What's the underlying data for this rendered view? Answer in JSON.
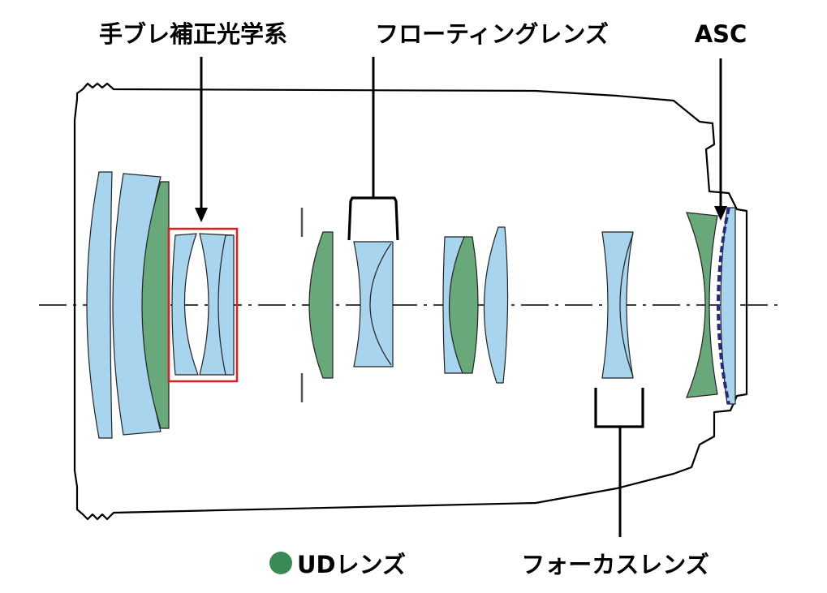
{
  "labels": {
    "stabilizer": "手ブレ補正光学系",
    "floating": "フローティングレンズ",
    "asc": "ASC",
    "ud": "UDレンズ",
    "focus": "フォーカスレンズ"
  },
  "colors": {
    "lens_fill": "#a8d4ee",
    "ud_fill": "#68a87a",
    "ud_dot": "#3a8a55",
    "stroke": "#222222",
    "highlight": "#e02020",
    "asc_coat": "#2a2a7a"
  }
}
